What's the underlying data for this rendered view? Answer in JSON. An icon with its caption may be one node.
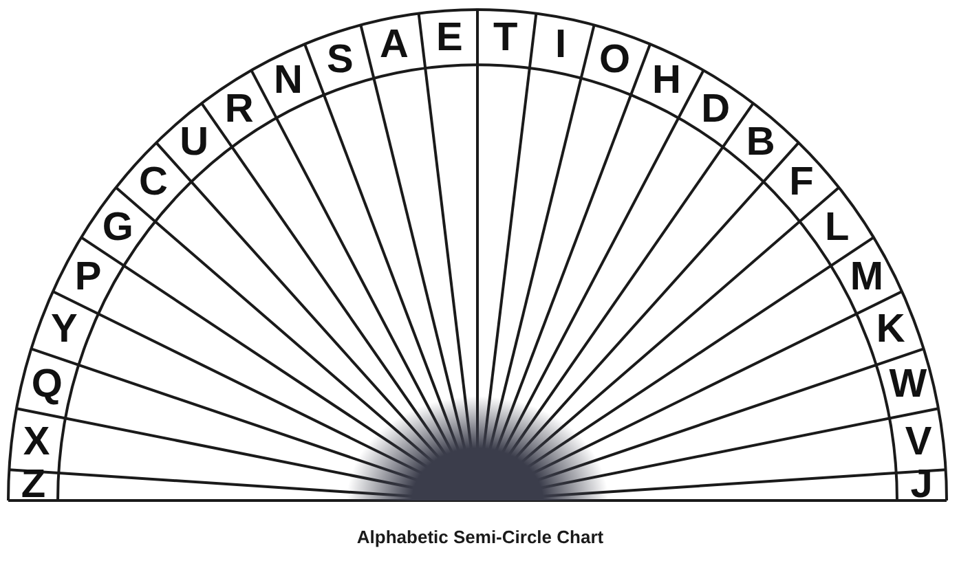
{
  "diagram": {
    "caption": "Alphabetic Semi-Circle Chart",
    "labels": [
      "Z",
      "X",
      "Q",
      "Y",
      "P",
      "G",
      "C",
      "U",
      "R",
      "N",
      "S",
      "A",
      "E",
      "T",
      "I",
      "O",
      "H",
      "D",
      "B",
      "F",
      "L",
      "M",
      "K",
      "W",
      "V",
      "J"
    ]
  }
}
